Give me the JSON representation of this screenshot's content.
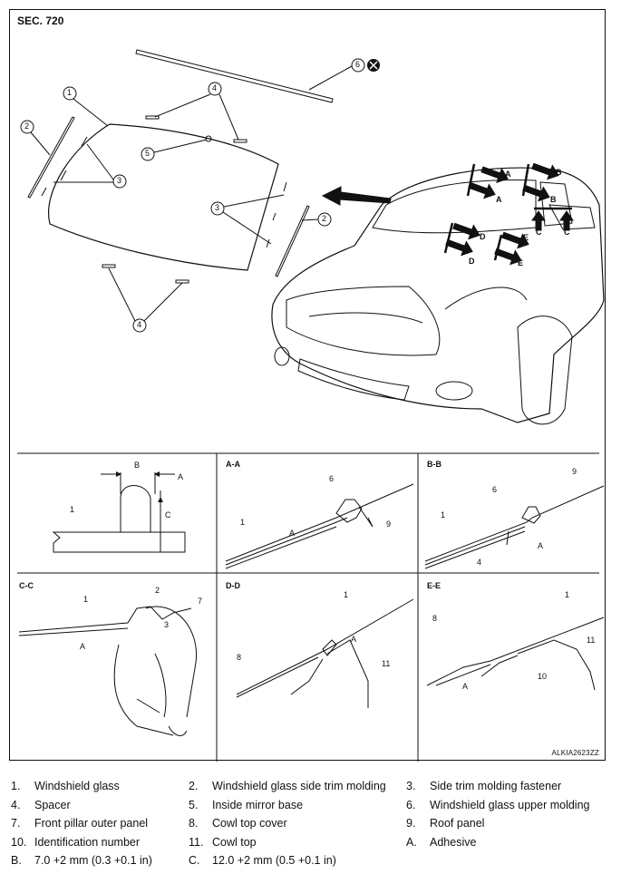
{
  "header": {
    "section": "SEC. 720",
    "drawing_id": "ALKIA2623ZZ"
  },
  "panels": {
    "aa": "A-A",
    "bb": "B-B",
    "cc": "C-C",
    "dd": "D-D",
    "ee": "E-E"
  },
  "callouts": {
    "n1": "1",
    "n2": "2",
    "n3": "3",
    "n4": "4",
    "n5": "5",
    "n6": "6",
    "n7": "7",
    "n8": "8",
    "n9": "9",
    "n10": "10",
    "n11": "11",
    "la": "A",
    "lb": "B",
    "lc": "C",
    "ld": "D",
    "le": "E"
  },
  "legend": [
    [
      {
        "key": "1.",
        "text": "Windshield glass"
      },
      {
        "key": "2.",
        "text": "Windshield glass side trim molding"
      },
      {
        "key": "3.",
        "text": "Side trim molding fastener"
      }
    ],
    [
      {
        "key": "4.",
        "text": "Spacer"
      },
      {
        "key": "5.",
        "text": "Inside mirror base"
      },
      {
        "key": "6.",
        "text": "Windshield glass upper molding"
      }
    ],
    [
      {
        "key": "7.",
        "text": "Front pillar outer panel"
      },
      {
        "key": "8.",
        "text": "Cowl top cover"
      },
      {
        "key": "9.",
        "text": "Roof panel"
      }
    ],
    [
      {
        "key": "10.",
        "text": "Identification number"
      },
      {
        "key": "11.",
        "text": "Cowl top"
      },
      {
        "key": "A.",
        "text": "Adhesive"
      }
    ],
    [
      {
        "key": "B.",
        "text": "7.0 +2 mm (0.3 +0.1 in)"
      },
      {
        "key": "C.",
        "text": "12.0 +2 mm (0.5 +0.1 in)"
      },
      {
        "key": "",
        "text": ""
      }
    ]
  ]
}
